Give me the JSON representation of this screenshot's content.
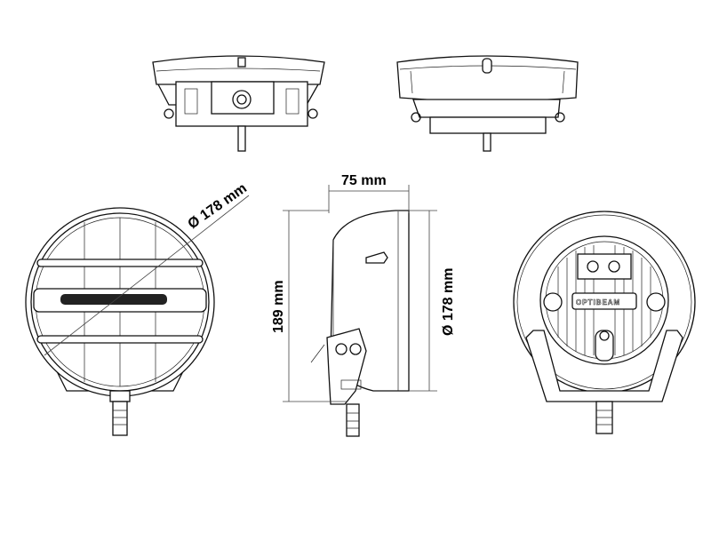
{
  "drawing": {
    "front_diameter_label": "Ø 178 mm",
    "depth_label": "75 mm",
    "height_label": "189 mm",
    "side_diameter_label": "Ø 178 mm",
    "brand_logo": "OPTIBEAM",
    "line_color": "#111111",
    "background": "#ffffff"
  }
}
